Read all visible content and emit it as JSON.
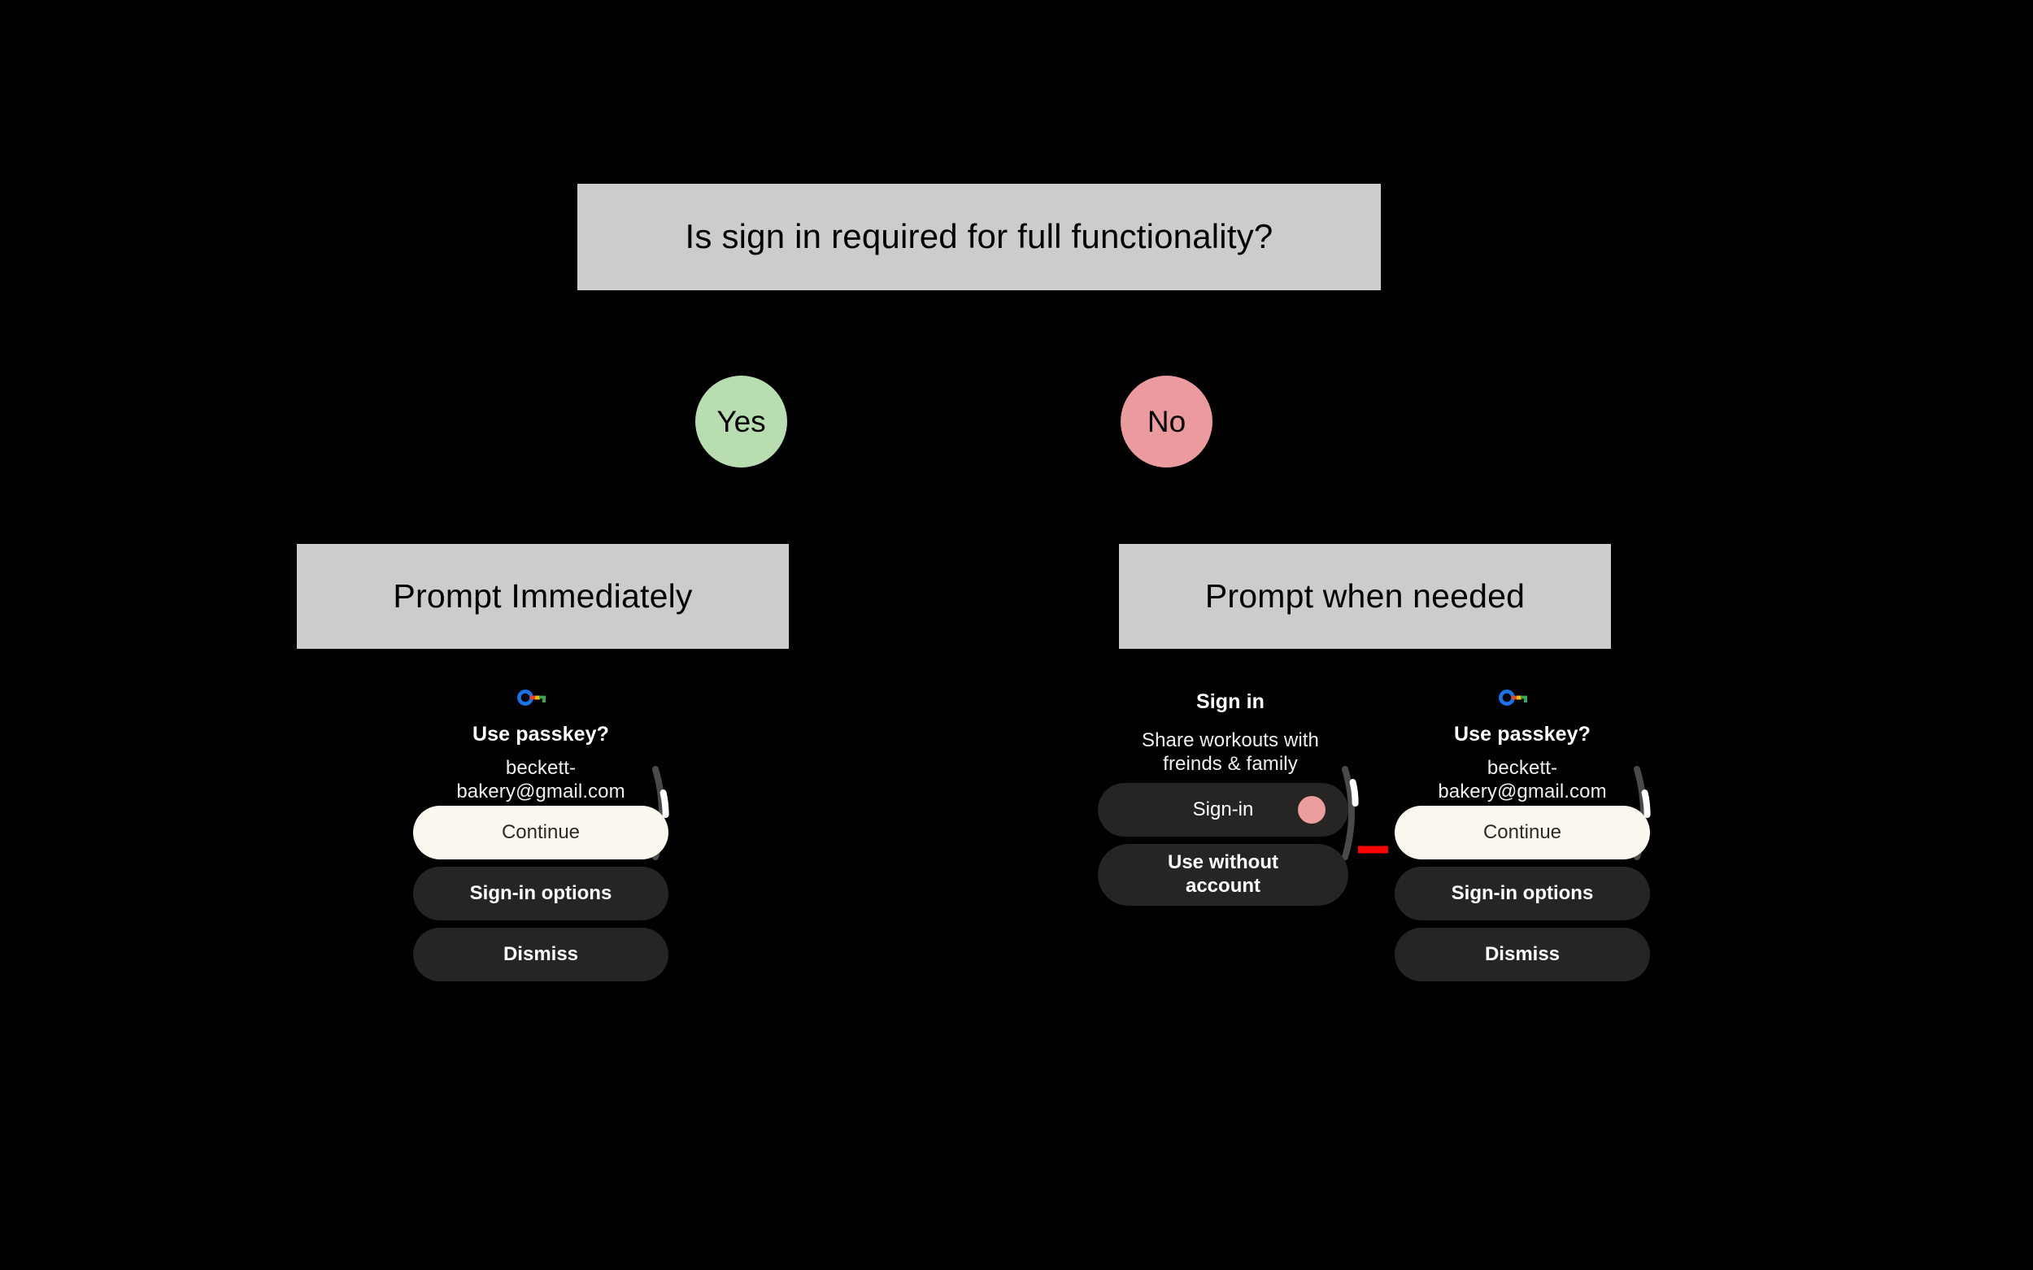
{
  "diagram": {
    "background_color": "#000000",
    "box_fill": "#cccccc",
    "yes_color": "#b7ddb0",
    "no_color": "#eb9a9d",
    "accent_arrow_color": "#ff0000",
    "question_box": "Is sign in required for full functionality?",
    "branch_yes": "Yes",
    "branch_no": "No",
    "outcome_left": "Prompt Immediately",
    "outcome_right": "Prompt when needed"
  },
  "screens": {
    "left_passkey": {
      "icon": "google-passkey-icon",
      "title": "Use passkey?",
      "subtitle": "beckett-bakery@gmail.com",
      "buttons": [
        {
          "label": "Continue",
          "style": "primary"
        },
        {
          "label": "Sign-in options",
          "style": "secondary"
        },
        {
          "label": "Dismiss",
          "style": "secondary"
        }
      ]
    },
    "middle_signin": {
      "title": "Sign in",
      "subtitle": "Share workouts with freinds & family",
      "buttons": [
        {
          "label": "Sign-in",
          "style": "secondary",
          "indicator_color": "#ec9e9e"
        },
        {
          "label": "Use without account",
          "style": "secondary"
        }
      ]
    },
    "right_passkey": {
      "icon": "google-passkey-icon",
      "title": "Use passkey?",
      "subtitle": "beckett-bakery@gmail.com",
      "buttons": [
        {
          "label": "Continue",
          "style": "primary"
        },
        {
          "label": "Sign-in options",
          "style": "secondary"
        },
        {
          "label": "Dismiss",
          "style": "secondary"
        }
      ]
    }
  }
}
